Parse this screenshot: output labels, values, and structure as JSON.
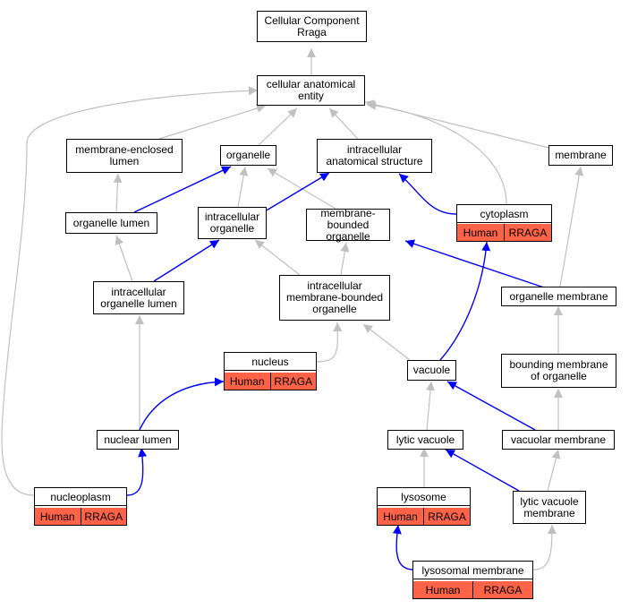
{
  "colors": {
    "gene_cell": "#ff6347",
    "is_a_edge": "#c0c0c0",
    "part_of_edge": "#0000ff"
  },
  "nodes": {
    "root": "Cellular Component\nRraga",
    "cae": "cellular anatomical\nentity",
    "mel": "membrane-enclosed\nlumen",
    "organelle": "organelle",
    "ias": "intracellular\nanatomical structure",
    "membrane": "membrane",
    "ol": "organelle lumen",
    "io": "intracellular\norganelle",
    "mbo": "membrane-bounded\norganelle",
    "iol": "intracellular\norganelle lumen",
    "imbo": "intracellular\nmembrane-bounded\norganelle",
    "om": "organelle membrane",
    "vacuole": "vacuole",
    "bmo": "bounding membrane\nof organelle",
    "nl": "nuclear lumen",
    "lv": "lytic vacuole",
    "vm": "vacuolar membrane",
    "lvm": "lytic vacuole\nmembrane"
  },
  "genes": {
    "cytoplasm": {
      "label": "cytoplasm",
      "species": "Human",
      "symbol": "RRAGA"
    },
    "nucleus": {
      "label": "nucleus",
      "species": "Human",
      "symbol": "RRAGA"
    },
    "nucleoplasm": {
      "label": "nucleoplasm",
      "species": "Human",
      "symbol": "RRAGA"
    },
    "lysosome": {
      "label": "lysosome",
      "species": "Human",
      "symbol": "RRAGA"
    },
    "lysomem": {
      "label": "lysosomal membrane",
      "species": "Human",
      "symbol": "RRAGA"
    }
  }
}
